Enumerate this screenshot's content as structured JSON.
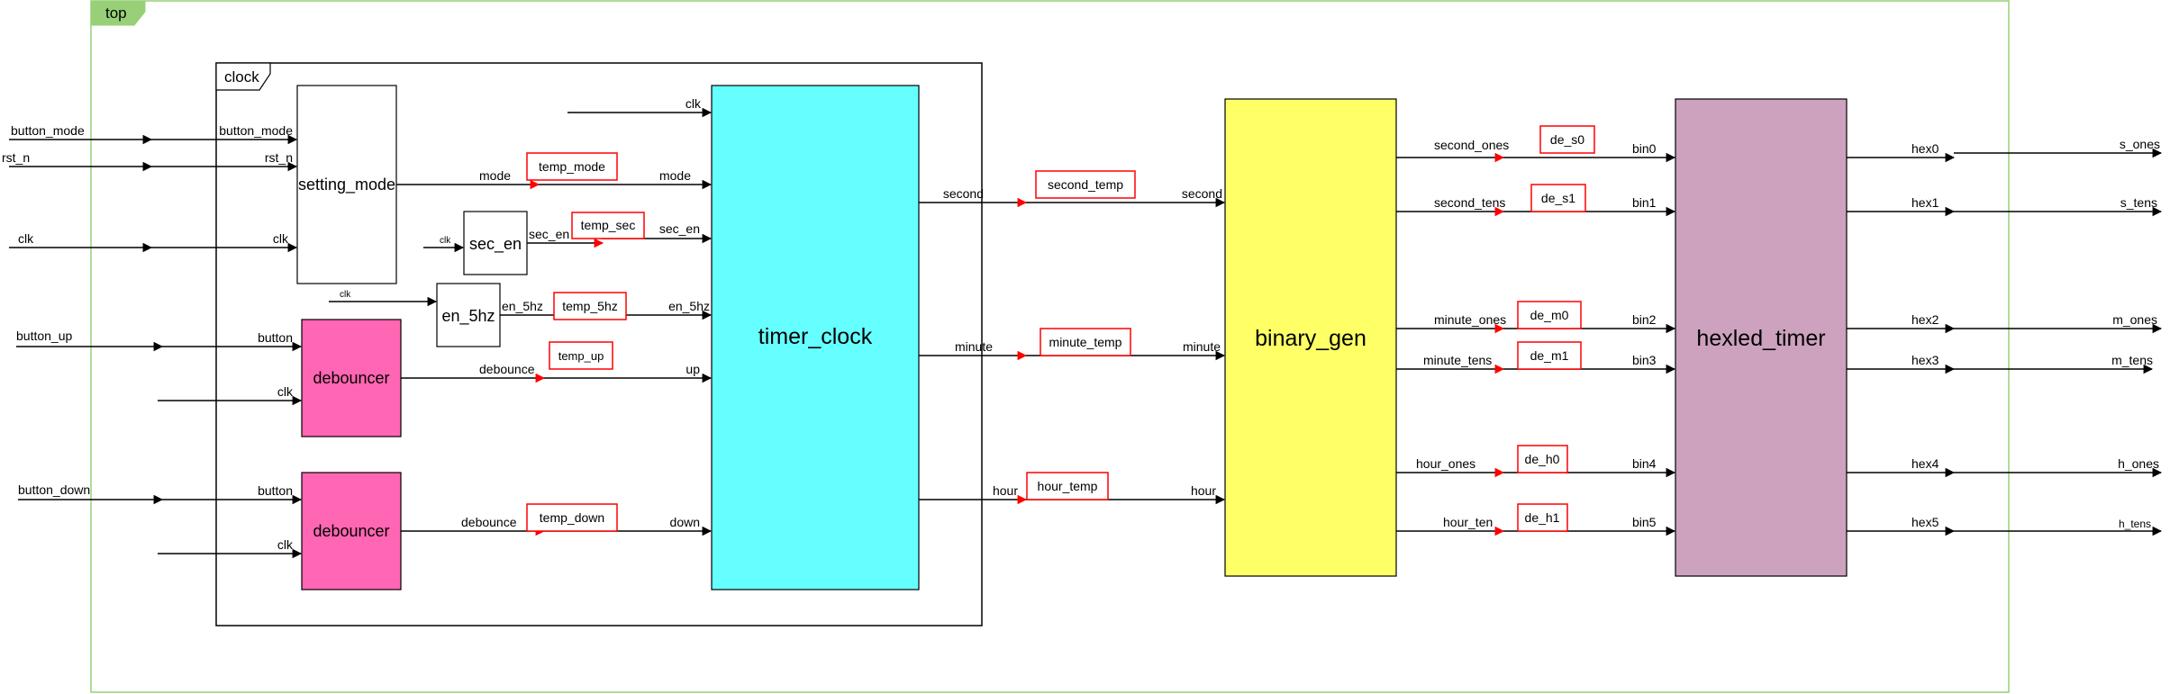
{
  "colors": {
    "top_frame": "#97d077",
    "top_tab": "#97d077",
    "timer_clock_fill": "#66ffff",
    "binary_gen_fill": "#ffff66",
    "hexled_fill": "#cda2be",
    "debouncer_fill": "#ff66b3",
    "tag_border": "#ff0000"
  },
  "frames": {
    "top": "top",
    "clock": "clock"
  },
  "blocks": {
    "setting_mode": "setting_mode",
    "sec_en": "sec_en",
    "en_5hz": "en_5hz",
    "debouncer_up": "debouncer",
    "debouncer_down": "debouncer",
    "timer_clock": "timer_clock",
    "binary_gen": "binary_gen",
    "hexled_timer": "hexled_timer"
  },
  "external_inputs": {
    "button_mode": "button_mode",
    "rst_n": "rst_n",
    "clk": "clk",
    "button_up": "button_up",
    "button_down": "button_down"
  },
  "ports": {
    "setting_mode_button_mode": "button_mode",
    "setting_mode_rst_n": "rst_n",
    "setting_mode_clk": "clk",
    "setting_mode_mode": "mode",
    "sec_en_clk": "clk",
    "sec_en_out": "sec_en",
    "en_5hz_clk": "clk",
    "en_5hz_out": "en_5hz",
    "deb_up_button": "button",
    "deb_up_clk": "clk",
    "deb_up_out": "debounce",
    "deb_down_button": "button",
    "deb_down_clk": "clk",
    "deb_down_out": "debounce",
    "tc_clk": "clk",
    "tc_mode": "mode",
    "tc_sec_en": "sec_en",
    "tc_en_5hz": "en_5hz",
    "tc_up": "up",
    "tc_down": "down",
    "tc_second": "second",
    "tc_minute": "minute",
    "tc_hour": "hour",
    "bg_second": "second",
    "bg_minute": "minute",
    "bg_hour": "hour",
    "bg_second_ones": "second_ones",
    "bg_second_tens": "second_tens",
    "bg_minute_ones": "minute_ones",
    "bg_minute_tens": "minute_tens",
    "bg_hour_ones": "hour_ones",
    "bg_hour_ten": "hour_ten",
    "hx_bin0": "bin0",
    "hx_bin1": "bin1",
    "hx_bin2": "bin2",
    "hx_bin3": "bin3",
    "hx_bin4": "bin4",
    "hx_bin5": "bin5",
    "hx_hex0": "hex0",
    "hx_hex1": "hex1",
    "hx_hex2": "hex2",
    "hx_hex3": "hex3",
    "hx_hex4": "hex4",
    "hx_hex5": "hex5"
  },
  "wire_tags": {
    "temp_mode": "temp_mode",
    "temp_sec": "temp_sec",
    "temp_5hz": "temp_5hz",
    "temp_up": "temp_up",
    "temp_down": "temp_down",
    "second_temp": "second_temp",
    "minute_temp": "minute_temp",
    "hour_temp": "hour_temp",
    "de_s0": "de_s0",
    "de_s1": "de_s1",
    "de_m0": "de_m0",
    "de_m1": "de_m1",
    "de_h0": "de_h0",
    "de_h1": "de_h1"
  },
  "outputs": {
    "s_ones": "s_ones",
    "s_tens": "s_tens",
    "m_ones": "m_ones",
    "m_tens": "m_tens",
    "h_ones": "h_ones",
    "h_tens": "h_tens"
  }
}
